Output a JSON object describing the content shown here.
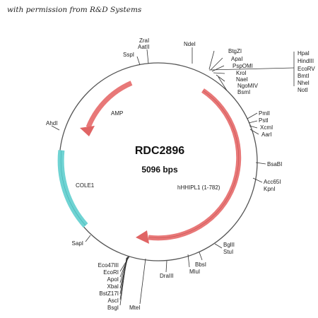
{
  "credit": "with permission from R&D Systems",
  "plasmid": {
    "name": "RDC2896",
    "size": "5096 bps"
  },
  "features": {
    "amp": "AMP",
    "cole1": "COLE1",
    "insert": "hHHIPL1 (1-782)"
  },
  "sites": {
    "ndel": "NdeI",
    "zral": "ZraI",
    "aatll": "AatII",
    "sspl": "SspI",
    "btgzl": "BtgZI",
    "apal": "ApaI",
    "pspoml": "PspOMI",
    "krol": "KroI",
    "nael": "NaeI",
    "ngomiv": "NgoMIV",
    "bsml": "BsmI",
    "hpal": "HpaI",
    "hindiii": "HindIII",
    "ecorv": "EcoRV",
    "bmtl": "BmtI",
    "nhel": "NheI",
    "notl": "NotI",
    "pmll": "PmlI",
    "pstl": "PstI",
    "xcml": "XcmI",
    "aarl": "AarI",
    "bsabl": "BsaBI",
    "acc65l": "Acc65I",
    "kpnl": "KpnI",
    "bglll": "BglII",
    "stul": "StuI",
    "bbsl": "BbsI",
    "mlul": "MluI",
    "dralll": "DraIII",
    "mtel": "MteI",
    "eco47iii": "Eco47III",
    "ecorl": "EcoRI",
    "apol": "ApoI",
    "xbal": "XbaI",
    "bstz17l": "BstZ17I",
    "ascl": "AscI",
    "bsgl": "BsgI",
    "sapl": "SapI",
    "ahdl": "AhdI"
  },
  "colors": {
    "backbone": "#555555",
    "amp_fill": "#e87878",
    "insert_fill": "#e87878",
    "cole1_fill": "#6fd3d3"
  }
}
